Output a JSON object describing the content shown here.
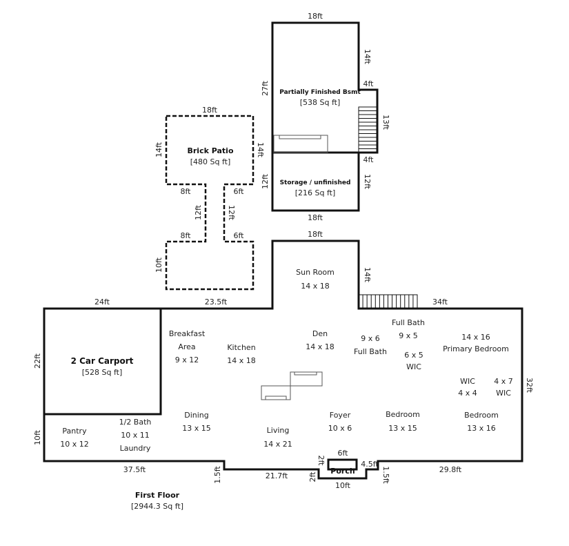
{
  "basement": {
    "title": "Partially Finished Bsmt",
    "area": "[538 Sq ft]",
    "dims": {
      "top": "18ft",
      "right_upper": "14ft",
      "step": "4ft",
      "stairs": "13ft",
      "left": "27ft",
      "step_lower": "4ft"
    }
  },
  "storage": {
    "title": "Storage / unfinished",
    "area": "[216 Sq ft]",
    "dims": {
      "left": "12ft",
      "right": "12ft",
      "bottom": "18ft"
    }
  },
  "patio": {
    "title": "Brick Patio",
    "area": "[480 Sq ft]",
    "dims": {
      "top": "18ft",
      "left": "14ft",
      "right": "14ft",
      "neck_left_top": "8ft",
      "neck_right_top": "6ft",
      "neck_left": "12ft",
      "neck_right": "12ft",
      "neck_left_bottom": "8ft",
      "neck_right_bottom": "6ft",
      "bottom_left": "10ft"
    }
  },
  "first_floor": {
    "title": "First Floor",
    "area": "[2944.3 Sq ft]",
    "dims": {
      "sun_top": "18ft",
      "sun_right": "14ft",
      "top_left": "24ft",
      "top_mid": "23.5ft",
      "top_right": "34ft",
      "left_carport": "22ft",
      "left_lower": "10ft",
      "right": "32ft",
      "bottom_left": "37.5ft",
      "step_left": "1.5ft",
      "bottom_mid": "21.7ft",
      "porch_step_left": "2ft",
      "porch_top": "6ft",
      "porch_side": "2ft",
      "porch_bottom": "10ft",
      "porch_right": "4.5ft",
      "step_right": "1.5ft",
      "bottom_right": "29.8ft"
    },
    "carport": {
      "title": "2 Car Carport",
      "area": "[528 Sq ft]"
    },
    "porch": "Porch",
    "rooms": [
      {
        "lines": [
          "Sun Room",
          "14 x 18"
        ]
      },
      {
        "lines": [
          "Breakfast",
          "Area",
          "9 x 12"
        ]
      },
      {
        "lines": [
          "Kitchen",
          "14 x 18"
        ]
      },
      {
        "lines": [
          "Den",
          "14 x 18"
        ]
      },
      {
        "lines": [
          "9 x 6",
          "Full Bath"
        ]
      },
      {
        "lines": [
          "Full Bath",
          "9 x 5"
        ]
      },
      {
        "lines": [
          "6 x 5",
          "WIC"
        ]
      },
      {
        "lines": [
          "14 x 16",
          "Primary Bedroom"
        ]
      },
      {
        "lines": [
          "WIC",
          "4 x 4"
        ]
      },
      {
        "lines": [
          "4 x 7",
          "WIC"
        ]
      },
      {
        "lines": [
          "Pantry",
          "10 x 12"
        ]
      },
      {
        "lines": [
          "1/2 Bath",
          "10 x 11",
          "Laundry"
        ]
      },
      {
        "lines": [
          "Dining",
          "13 x 15"
        ]
      },
      {
        "lines": [
          "Living",
          "14 x 21"
        ]
      },
      {
        "lines": [
          "Foyer",
          "10 x 6"
        ]
      },
      {
        "lines": [
          "Bedroom",
          "13 x 15"
        ]
      },
      {
        "lines": [
          "Bedroom",
          "13 x 16"
        ]
      }
    ]
  }
}
